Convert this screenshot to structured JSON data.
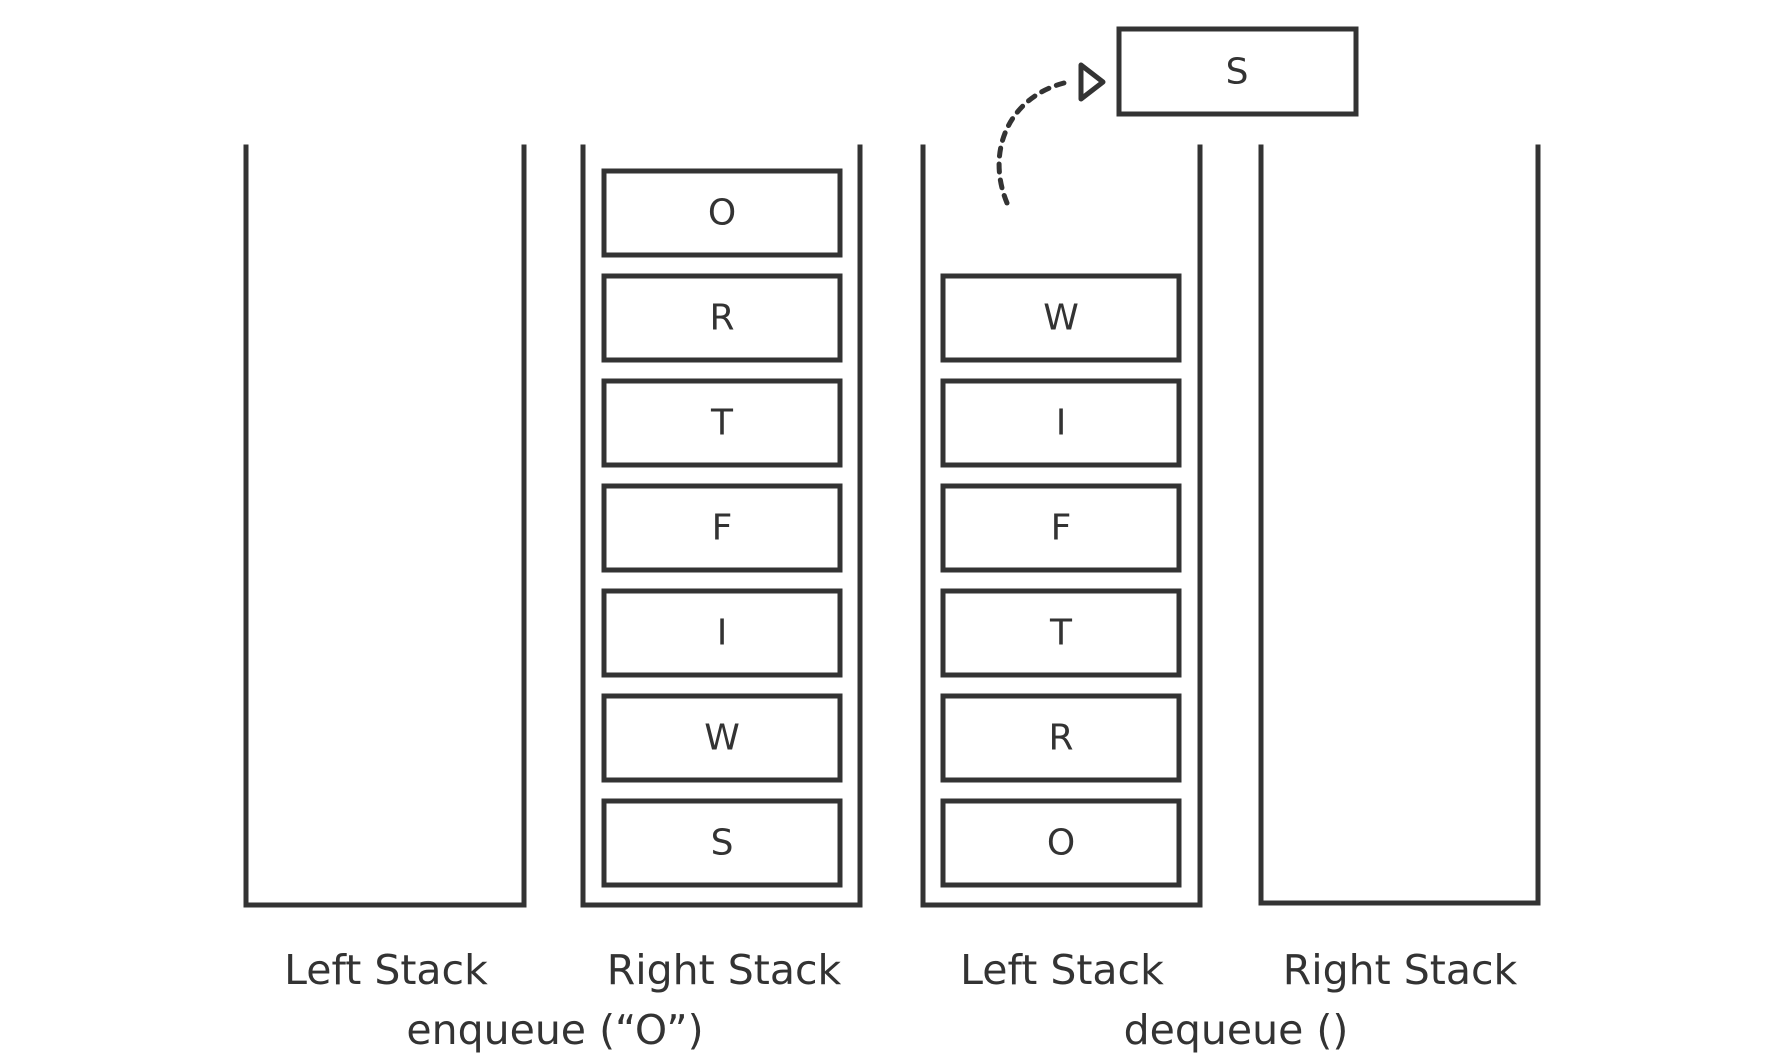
{
  "enqueue_state": {
    "left_stack": {
      "label": "Left Stack",
      "items": []
    },
    "right_stack": {
      "label": "Right Stack",
      "items": [
        "O",
        "R",
        "T",
        "F",
        "I",
        "W",
        "S"
      ]
    },
    "operation_label": "enqueue (“O”)"
  },
  "dequeue_state": {
    "left_stack": {
      "label": "Left Stack",
      "items": [
        "W",
        "I",
        "F",
        "T",
        "R",
        "O"
      ]
    },
    "right_stack": {
      "label": "Right Stack",
      "items": []
    },
    "operation_label": "dequeue ()",
    "dequeued_item": "S"
  },
  "colors": {
    "stroke": "#333333",
    "background": "#ffffff"
  }
}
